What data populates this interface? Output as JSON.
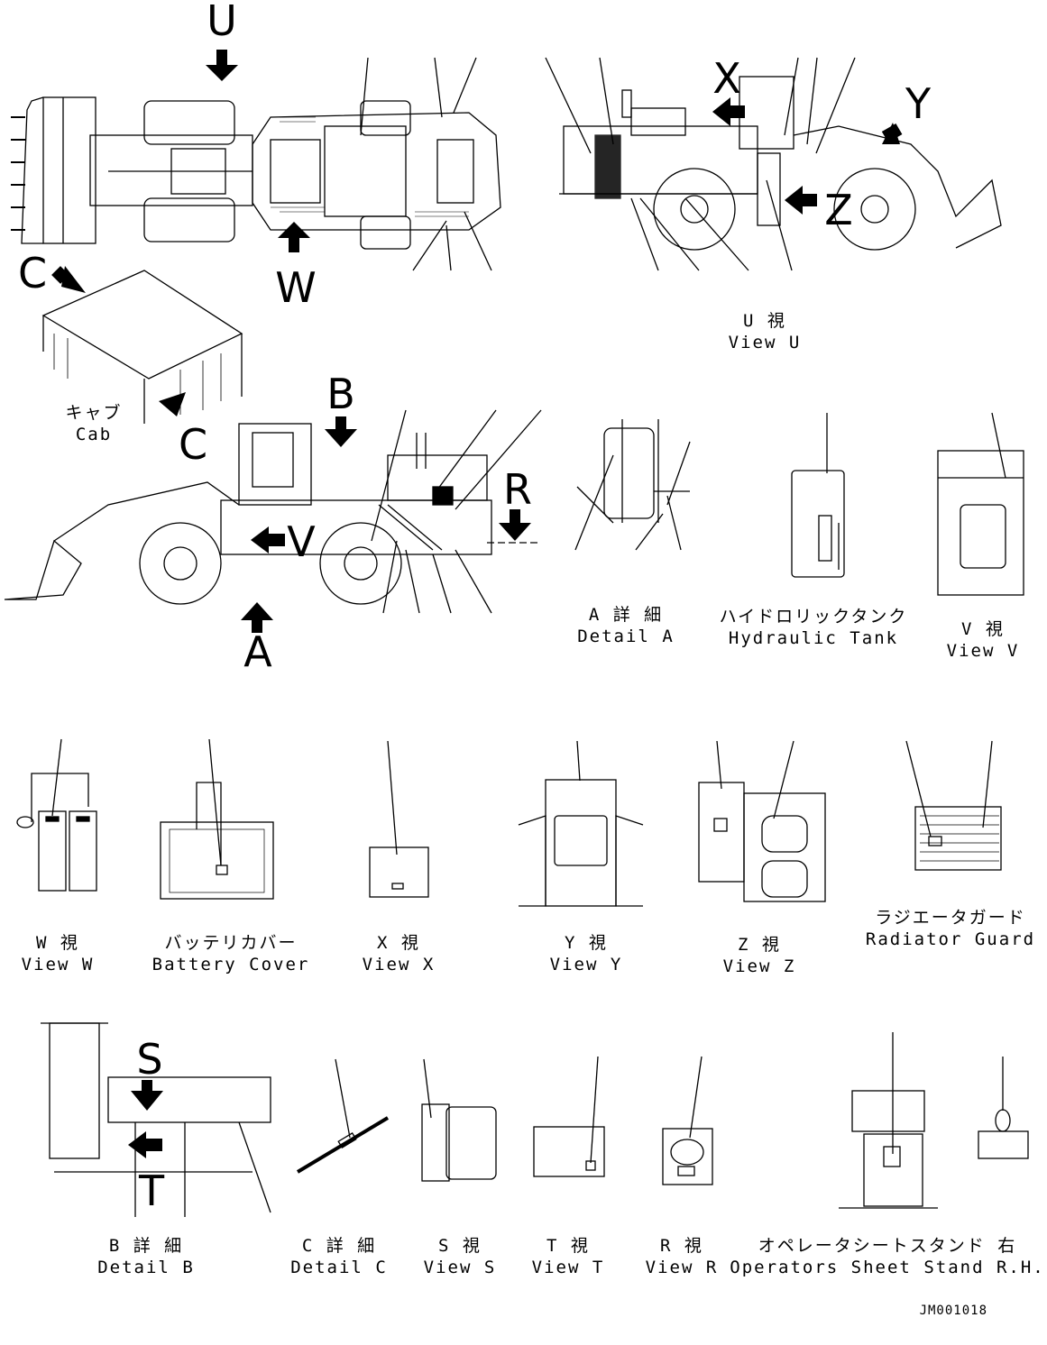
{
  "drawing_code": "JM001018",
  "view_letters": [
    "U",
    "W",
    "C",
    "X",
    "Y",
    "Z",
    "B",
    "C",
    "V",
    "R",
    "A",
    "S",
    "T"
  ],
  "captions": {
    "view_u": {
      "jp": "U 視",
      "en": "View U"
    },
    "cab": {
      "jp": "キャブ",
      "en": "Cab"
    },
    "detail_a": {
      "jp": "A 詳 細",
      "en": "Detail A"
    },
    "hydraulic_tank": {
      "jp": "ハイドロリックタンク",
      "en": "Hydraulic Tank"
    },
    "view_v": {
      "jp": "V 視",
      "en": "View V"
    },
    "view_w": {
      "jp": "W 視",
      "en": "View W"
    },
    "battery_cover": {
      "jp": "バッテリカバー",
      "en": "Battery Cover"
    },
    "view_x": {
      "jp": "X 視",
      "en": "View X"
    },
    "view_y": {
      "jp": "Y 視",
      "en": "View Y"
    },
    "view_z": {
      "jp": "Z 視",
      "en": "View Z"
    },
    "radiator_guard": {
      "jp": "ラジエータガード",
      "en": "Radiator Guard"
    },
    "detail_b": {
      "jp": "B 詳 細",
      "en": "Detail B"
    },
    "detail_c": {
      "jp": "C 詳 細",
      "en": "Detail C"
    },
    "view_s": {
      "jp": "S 視",
      "en": "View S"
    },
    "view_t": {
      "jp": "T 視",
      "en": "View T"
    },
    "view_r": {
      "jp": "R 視",
      "en": "View R"
    },
    "operators_seat_stand": {
      "jp": "オペレータシートスタンド 右",
      "en": "Operators Sheet Stand R.H."
    }
  }
}
